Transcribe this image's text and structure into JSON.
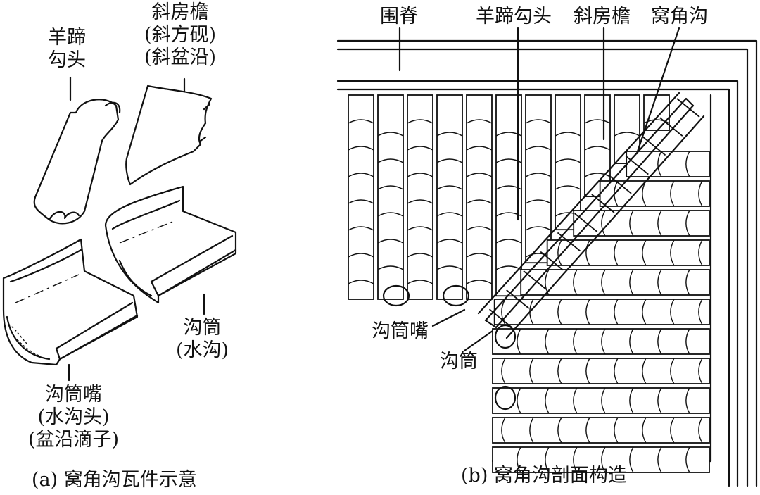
{
  "left_panel": {
    "caption": "(a) 窝角沟瓦件示意",
    "yangti_label": [
      "羊蹄",
      "勾头"
    ],
    "xiefangyan_label": [
      "斜房檐",
      "(斜方砚)",
      "(斜盆沿)"
    ],
    "goutong_label": [
      "沟筒",
      "(水沟)"
    ],
    "goutongzui_label": [
      "沟筒嘴",
      "(水沟头)",
      "(盆沿滴子)"
    ]
  },
  "right_panel": {
    "caption": "(b) 窝角沟剖面构造",
    "top_labels": [
      "围脊",
      "羊蹄勾头",
      "斜房檐",
      "窝角沟"
    ],
    "goutongzui": "沟筒嘴",
    "goutong": "沟筒"
  }
}
